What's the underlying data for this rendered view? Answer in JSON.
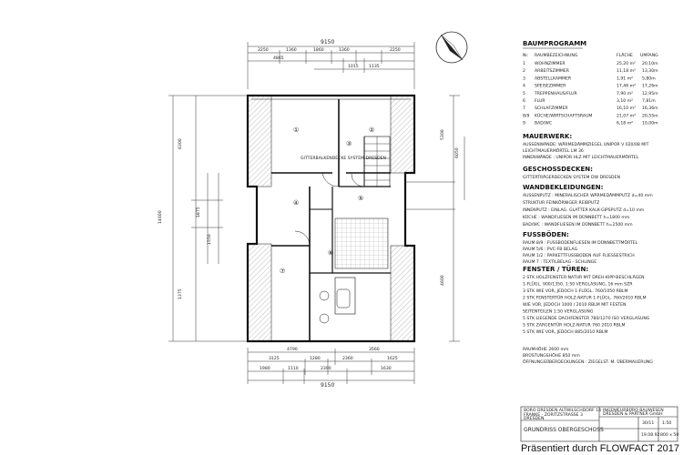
{
  "dims": {
    "top_total": "9150",
    "top_row2": [
      "2250",
      "1360",
      "1860",
      "1360",
      "2250"
    ],
    "top_row1": [
      "4865",
      "1015",
      "1135"
    ],
    "bottom_row1": [
      "4790",
      "3560"
    ],
    "bottom_row2": [
      "3125",
      "1280",
      "2360",
      "1625"
    ],
    "bottom_row3": [
      "1980",
      "1110",
      "2390",
      "1630"
    ],
    "bottom_total": "9150",
    "left_total": "14600",
    "left_parts": [
      "6300",
      "1875",
      "1550",
      "1375"
    ],
    "right_parts": [
      "5300",
      "6050",
      "4600"
    ]
  },
  "rooms": [
    "①",
    "②",
    "③",
    "④",
    "⑤",
    "⑥",
    "⑦"
  ],
  "plan_labels": {
    "floor_note": "GITTERBALKENDECKE SYSTEM DRESDEN"
  },
  "baumprogramm": {
    "title": "BAUMPROGRAMM",
    "headers": [
      "Nr.",
      "RAUMBEZEICHNUNG",
      "FLÄCHE",
      "UMFANG"
    ],
    "rows": [
      [
        "1",
        "WOHNZIMMER",
        "25,20 m²",
        "20,10m"
      ],
      [
        "2",
        "ARBEITSZIMMER",
        "11,18 m²",
        "13,30m"
      ],
      [
        "3",
        "ABSTELLKAMMER",
        "1,91 m²",
        "5,80m"
      ],
      [
        "4",
        "SPEISEZIMMER",
        "17,46 m²",
        "17,26m"
      ],
      [
        "5",
        "TREPPENHAUS/FLUR",
        "7,90 m²",
        "12,95m"
      ],
      [
        "6",
        "FLUR",
        "3,10 m²",
        "7,81m"
      ],
      [
        "7",
        "SCHLAFZIMMER",
        "16,10 m²",
        "16,36m"
      ],
      [
        "8/9",
        "KÜCHE/WIRTSCHAFTSRAUM",
        "21,07 m²",
        "20,55m"
      ],
      [
        "9",
        "BAD/WC",
        "6,18 m²",
        "10,00m"
      ]
    ]
  },
  "mauerwerk": {
    "title": "MAUERWERK:",
    "lines": [
      "AUSSENWÄNDE: WÄRMEDÄMMZIEGEL UNIPOR V 020/08 MIT",
      "LEICHTMAUERMÖRTEL LM 36",
      "INNENWÄNDE : UNIPOR HLZ MIT LEICHTMAUERMÖRTEL"
    ]
  },
  "geschossdecken": {
    "title": "GESCHOSSDECKEN:",
    "lines": [
      "GITTERTRÄGERDECKEN SYSTEM DW DRESDEN"
    ]
  },
  "wandbekleidungen": {
    "title": "WANDBEKLEIDUNGEN:",
    "lines": [
      "AUSSENPUTZ : MINERALISCHER WÄRMEDÄMMPUTZ d=40 mm",
      "STRUKTUR FEINKÖRNIGER REIBPUTZ",
      "INNENPUTZ  : EINLAG. GLATTER KALK-GIPSPUTZ d=10 mm",
      "KÜCHE      : WANDFLIESEN IM DÜNNBETT h=1800 mm",
      "BAD/WC     : WANDFLIESEN IM DÜNNBETT h=2500 mm"
    ]
  },
  "fussboeden": {
    "title": "FUSSBÖDEN:",
    "lines": [
      "RAUM 8/9  : FUSSBODENFLIESEN IM DÜNNBETTMÖRTEL",
      "RAUM 5/6  : PVC-FB BELAG",
      "RAUM 1/2  : PARKETTFUSSBODEN AUF FLIESSESTRICH",
      "RAUM 7    : TEXTILBELAG - SCHLINGE"
    ]
  },
  "fenster": {
    "title": "FENSTER / TÜREN:",
    "lines": [
      "2 STK  HOLZFENSTER-NATUR MIT DREH-KIPP-BESCHLÄGEN",
      "        1-FLÜGL. 900/1350, 1:50 VERGLASUNG, 16 mm SZR",
      "3 STK  WIE VOR, JEDOCH 1-FLÜGL. 760/1050 RBLM",
      "2 STK  FENSTERTÜR HOLZ-NATUR 1-FLÜGL. 760/2010 RBLM",
      "        WIE VOR, JEDOCH 1000 / 2010 RBLM MIT FESTEN",
      "        SEITENTEILEN 1:50 VERGLASUNG",
      "5 STK  LIEGENDE DACHFENSTER 780/1270 ISO VERGLASUNG",
      "5 STK  ZARGENTÜR HOLZ-NATUR 760 2010 RBLM",
      "5 STK  WIE VOR, JEDOCH 885/2010 RBLM"
    ]
  },
  "notes": [
    "RAUMHÖHE 2600 mm",
    "BRÜSTUNGSHÖHE 850 mm",
    "ÖFFNUNGSÜBERDECKUNGEN : ZIEGELST. M. ÜBERMAUERUNG"
  ],
  "title_block": {
    "address": [
      "BORO DRESDEN ALTWILSCHDORF 14",
      "FRANKE - ZORITZSTRASSE 3",
      "DRESDEN"
    ],
    "firm": [
      "INGENIEURBÜRO BAUWESEN",
      "DRESDEN & PARTNER GmbH"
    ],
    "drawing_title": "GRUNDRISS OBERGESCHOSS",
    "cells": [
      "30/11",
      "1:50",
      "19.08.92",
      "800 x 50"
    ]
  },
  "footer": "Präsentiert durch FLOWFACT 2017"
}
